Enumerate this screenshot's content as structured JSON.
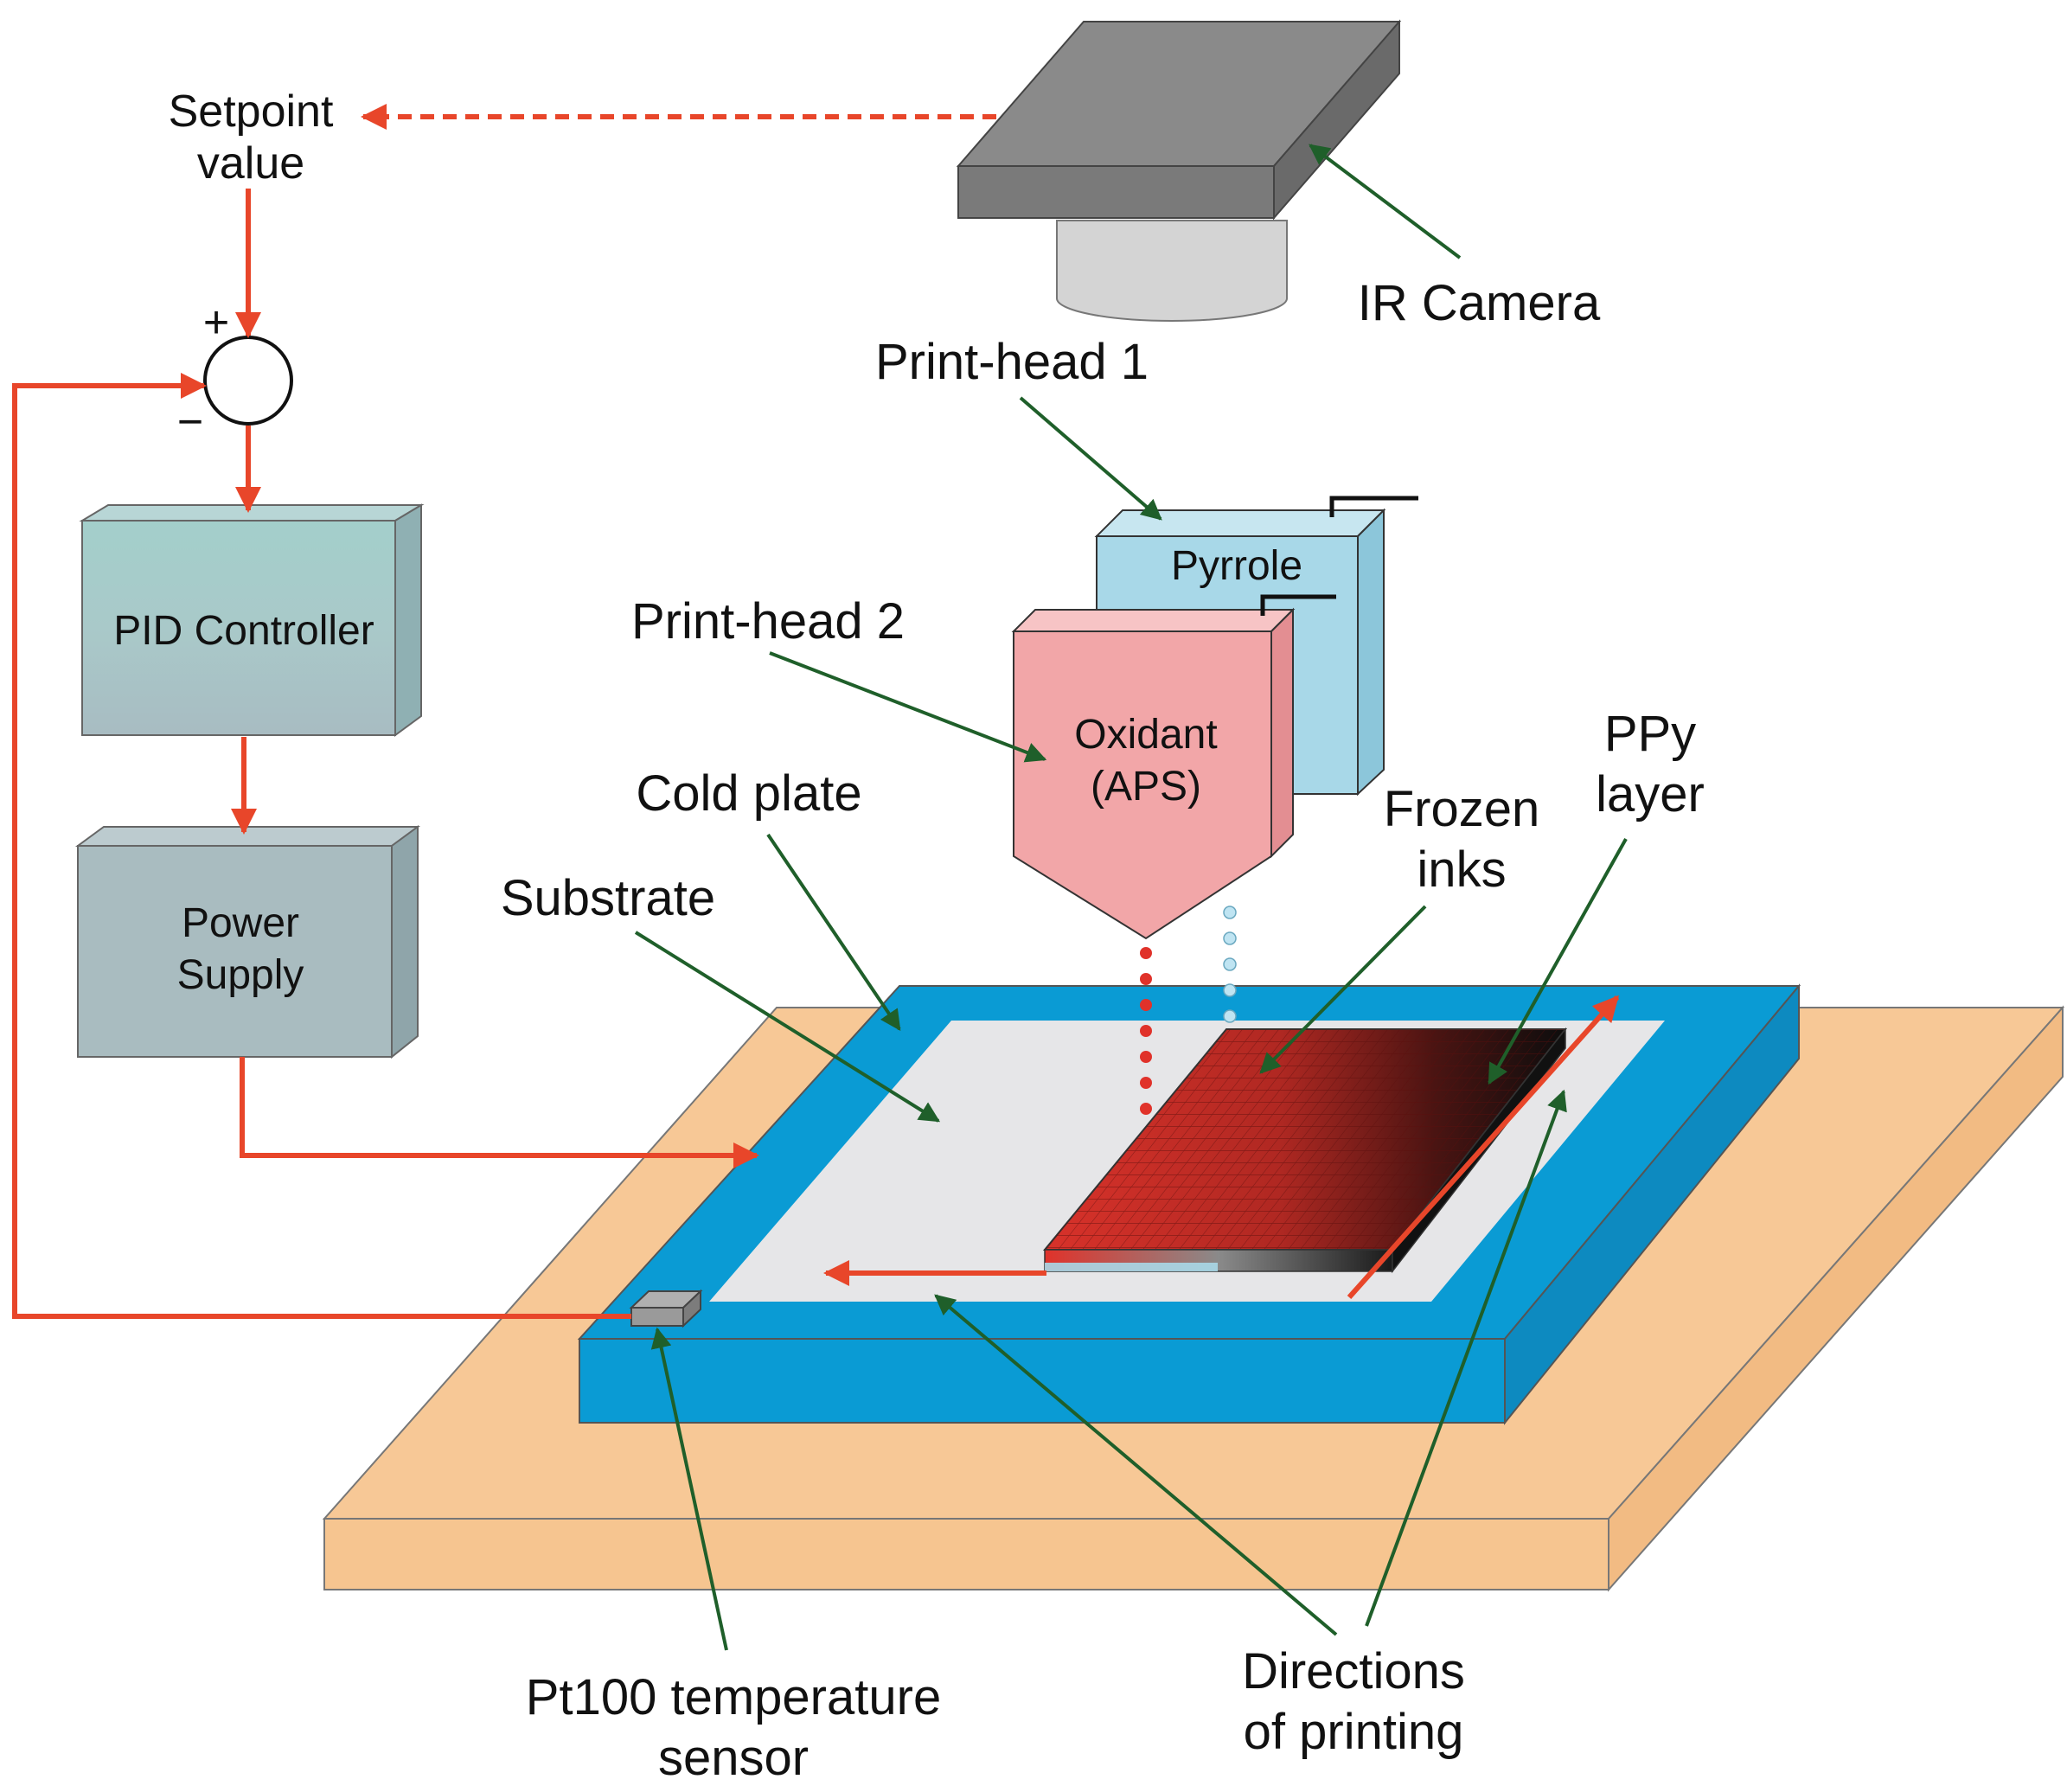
{
  "labels": {
    "setpoint_line1": "Setpoint",
    "setpoint_line2": "value",
    "plus_sign": "+",
    "minus_sign": "−",
    "pid_controller": "PID Controller",
    "power_supply_line1": "Power",
    "power_supply_line2": "Supply",
    "ir_camera": "IR Camera",
    "print_head_1": "Print-head 1",
    "print_head_2": "Print-head 2",
    "pyrrole": "Pyrrole",
    "oxidant_line1": "Oxidant",
    "oxidant_line2": "(APS)",
    "cold_plate": "Cold plate",
    "substrate": "Substrate",
    "frozen_inks_line1": "Frozen",
    "frozen_inks_line2": "inks",
    "ppy_layer_line1": "PPy",
    "ppy_layer_line2": "layer",
    "pt100_line1": "Pt100 temperature",
    "pt100_line2": "sensor",
    "directions_line1": "Directions",
    "directions_line2": "of printing"
  },
  "colors": {
    "feedback_arrow": "#e8462a",
    "pointer_arrow": "#1f5f2a",
    "cold_plate": "#0a9bd4",
    "cold_plate_side": "#0d8ac0",
    "substrate": "#e6e6e8",
    "base_top": "#f7c896",
    "base_side": "#f2bb83",
    "pid_box": "#a9c9c9",
    "power_box": "#a9bcc0",
    "camera_body": "#7e7e7e",
    "camera_lens": "#d4d4d4",
    "pyrrole_head": "#a8d8e8",
    "oxidant_head": "#f2a6a8",
    "frozen_ink": "#e0322a",
    "ppy_layer": "#111111"
  }
}
